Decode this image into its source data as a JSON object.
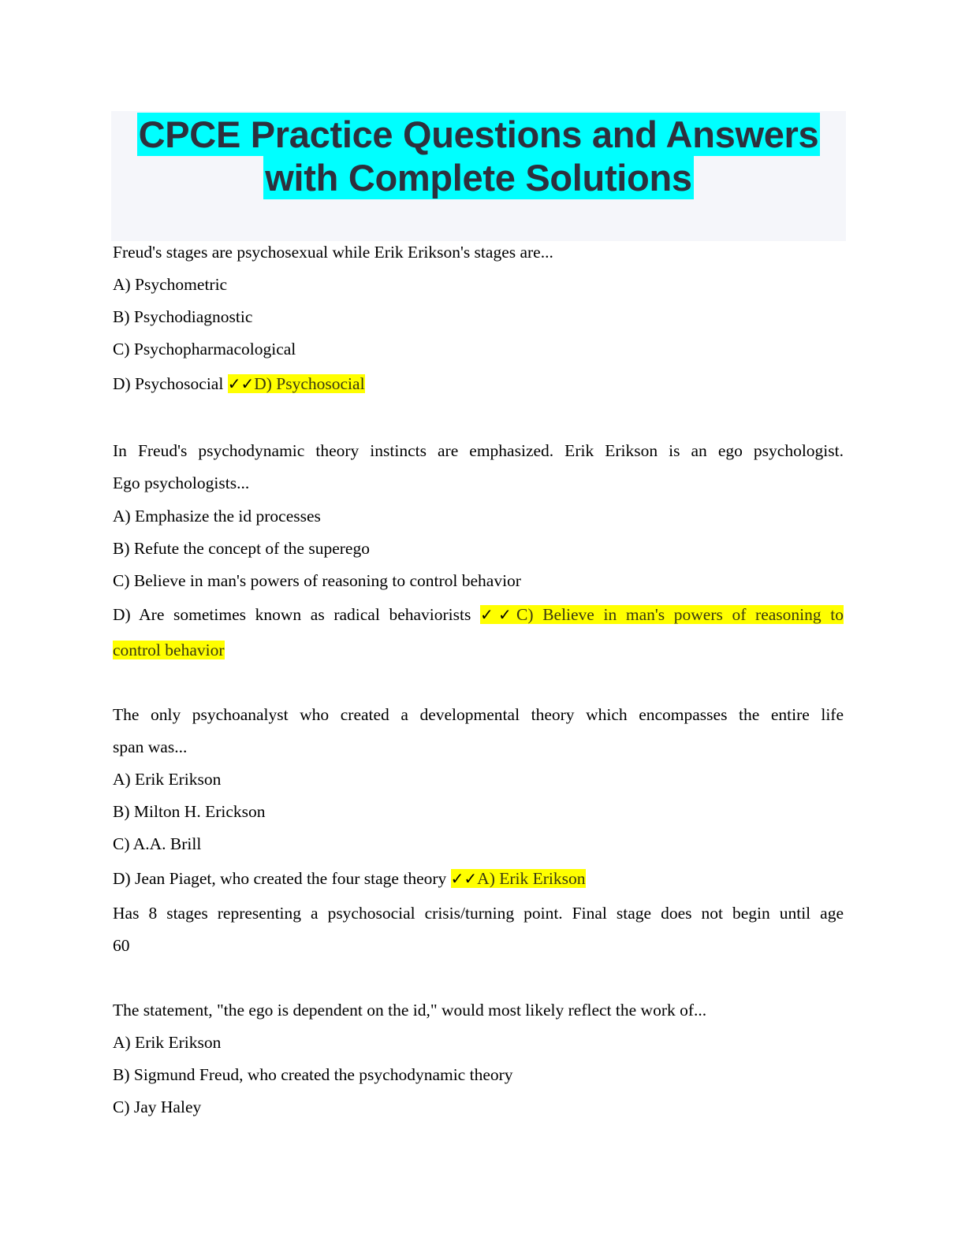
{
  "document": {
    "title_line1": "CPCE Practice Questions and Answers",
    "title_line2": "with Complete Solutions",
    "colors": {
      "title_highlight": "#00ffff",
      "answer_highlight": "#ffff00",
      "title_text": "#2d303d",
      "header_bg": "#f5f6fa"
    },
    "check_icon": "✓✓",
    "questions": [
      {
        "stem": [
          "Freud's stages are psychosexual while Erik Erikson's stages are..."
        ],
        "options": [
          "A) Psychometric",
          "B) Psychodiagnostic",
          "C) Psychopharmacological",
          "D) Psychosocial"
        ],
        "answer": "D) Psychosocial"
      },
      {
        "stem": [
          "In Freud's psychodynamic theory instincts are emphasized. Erik Erikson is an ego psychologist.",
          "Ego psychologists..."
        ],
        "options": [
          "A) Emphasize the id processes",
          "B) Refute the concept of the superego",
          "C) Believe in man's powers of reasoning to control behavior",
          "D) Are sometimes known as radical behaviorists"
        ],
        "answer_line1": "C) Believe in man's powers of reasoning to",
        "answer_line2": "control behavior"
      },
      {
        "stem": [
          "The only psychoanalyst who created a developmental theory which encompasses the entire life",
          "span was..."
        ],
        "options": [
          "A) Erik Erikson",
          "B) Milton H. Erickson",
          "C) A.A. Brill",
          "D) Jean Piaget, who created the four stage theory"
        ],
        "answer": "A) Erik Erikson",
        "explanation": [
          "Has 8 stages representing a psychosocial crisis/turning point. Final stage does not begin until age",
          "60"
        ]
      },
      {
        "stem": [
          "The statement, \"the ego is dependent on the id,\" would most likely reflect the work of..."
        ],
        "options": [
          "A) Erik Erikson",
          "B) Sigmund Freud, who created the psychodynamic theory",
          "C) Jay Haley"
        ]
      }
    ]
  }
}
